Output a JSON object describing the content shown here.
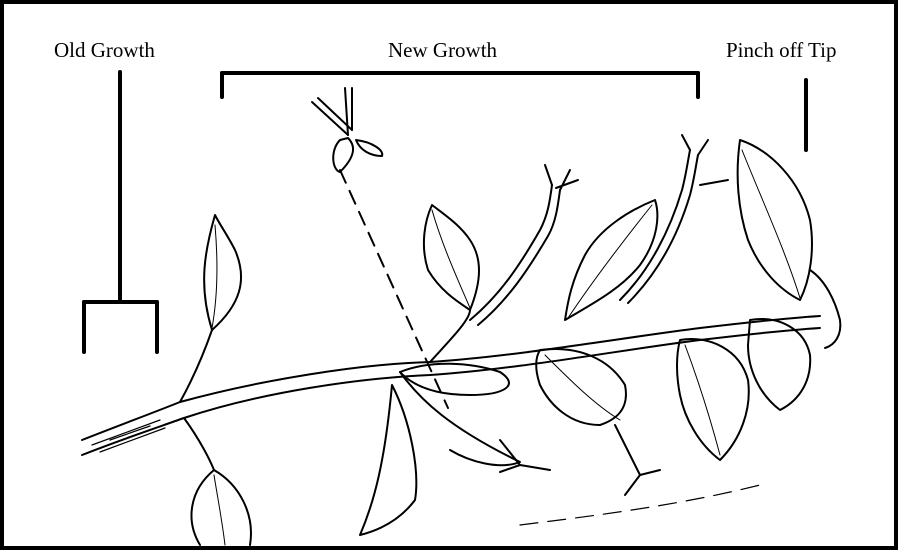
{
  "labels": {
    "old_growth": "Old Growth",
    "new_growth": "New Growth",
    "pinch_off_tip": "Pinch off Tip"
  },
  "colors": {
    "ink": "#000000",
    "paper": "#ffffff"
  }
}
